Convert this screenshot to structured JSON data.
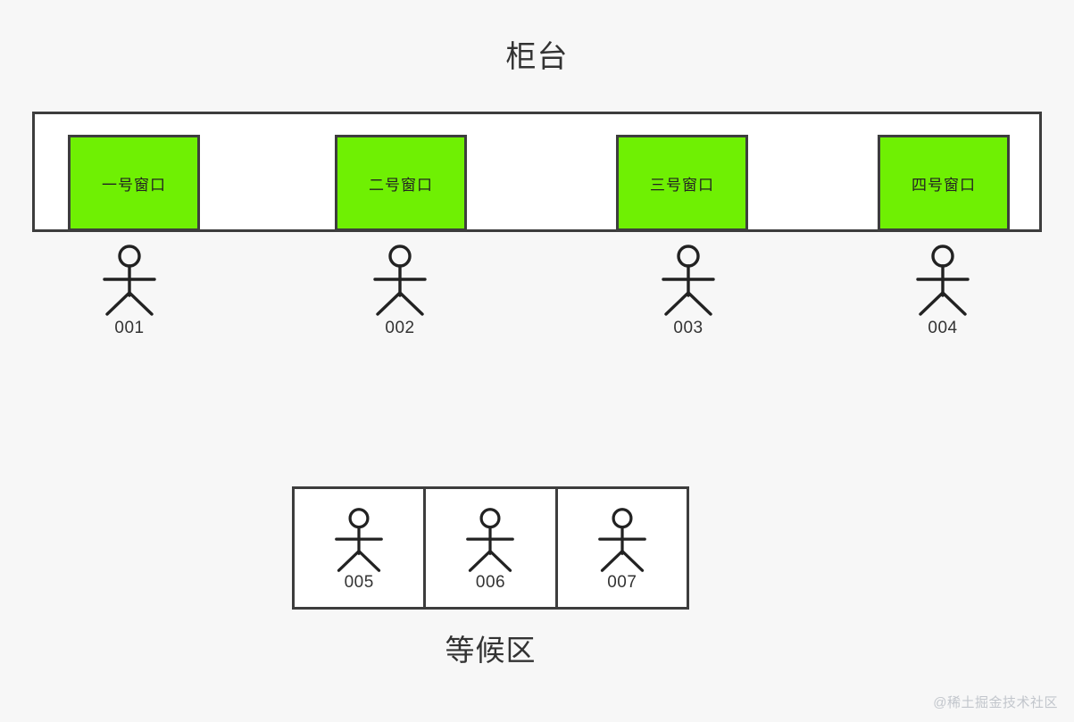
{
  "diagram": {
    "title": "柜台",
    "waiting_caption": "等候区",
    "watermark": "@稀土掘金技术社区",
    "colors": {
      "background": "#f7f7f7",
      "window_fill": "#6ff003",
      "stroke": "#3d3d3d",
      "text": "#333333",
      "panel_fill": "#ffffff",
      "watermark": "#c2c6cc"
    }
  },
  "counter": {
    "windows": [
      {
        "label": "一号窗口",
        "icon": "service-window-icon"
      },
      {
        "label": "二号窗口",
        "icon": "service-window-icon"
      },
      {
        "label": "三号窗口",
        "icon": "service-window-icon"
      },
      {
        "label": "四号窗口",
        "icon": "service-window-icon"
      }
    ]
  },
  "served_people": [
    {
      "id": "001",
      "icon": "person-stick-figure-icon"
    },
    {
      "id": "002",
      "icon": "person-stick-figure-icon"
    },
    {
      "id": "003",
      "icon": "person-stick-figure-icon"
    },
    {
      "id": "004",
      "icon": "person-stick-figure-icon"
    }
  ],
  "waiting_people": [
    {
      "id": "005",
      "icon": "person-stick-figure-icon"
    },
    {
      "id": "006",
      "icon": "person-stick-figure-icon"
    },
    {
      "id": "007",
      "icon": "person-stick-figure-icon"
    }
  ]
}
